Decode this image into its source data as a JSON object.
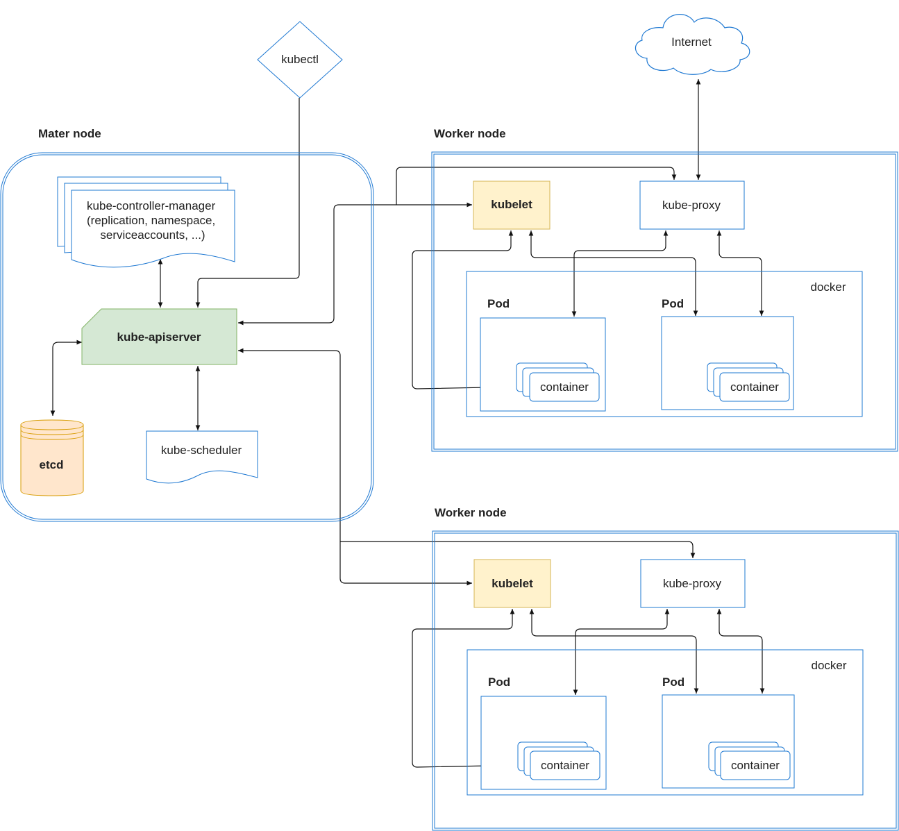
{
  "colors": {
    "stroke_blue": "#1e78d2",
    "edge": "#111111",
    "kubelet_fill": "#fff2cc",
    "kubelet_stroke": "#d6b656",
    "apiserver_fill": "#d5e8d4",
    "apiserver_stroke": "#82b366",
    "etcd_fill": "#ffe6cc",
    "etcd_stroke": "#d79b00"
  },
  "icons": {
    "internet": "cloud-shape",
    "kubectl": "diamond-shape",
    "etcd": "database-cylinder-shape",
    "controller_manager": "document-stack-shape",
    "scheduler": "document-shape"
  },
  "external": {
    "kubectl": "kubectl",
    "internet": "Internet"
  },
  "master": {
    "title": "Mater node",
    "controller_manager": [
      "kube-controller-manager",
      "(replication, namespace,",
      "serviceaccounts, ...)"
    ],
    "apiserver": "kube-apiserver",
    "etcd": "etcd",
    "scheduler": "kube-scheduler"
  },
  "workers": [
    {
      "title": "Worker node",
      "kubelet": "kubelet",
      "proxy": "kube-proxy",
      "runtime": "docker",
      "pods": [
        {
          "label": "Pod",
          "container": "container"
        },
        {
          "label": "Pod",
          "container": "container"
        }
      ]
    },
    {
      "title": "Worker node",
      "kubelet": "kubelet",
      "proxy": "kube-proxy",
      "runtime": "docker",
      "pods": [
        {
          "label": "Pod",
          "container": "container"
        },
        {
          "label": "Pod",
          "container": "container"
        }
      ]
    }
  ]
}
